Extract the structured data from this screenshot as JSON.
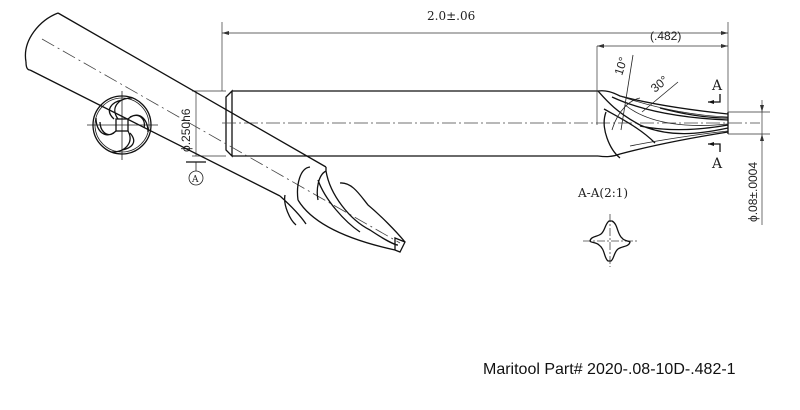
{
  "drawing": {
    "overall_length": "2.0±.06",
    "flute_length": "(.482)",
    "shank_diameter": "ϕ.250h6",
    "tip_diameter": "ϕ.08±.0004",
    "angle_1": "10°",
    "angle_2": "30°",
    "section_marker_top": "A",
    "section_marker_bottom": "A",
    "datum_label": "A",
    "section_title": "A-A(2:1)",
    "part_number_caption": "Maritool Part# 2020-.08-10D-.482-1"
  },
  "colors": {
    "line": "#111111",
    "background": "#ffffff"
  }
}
